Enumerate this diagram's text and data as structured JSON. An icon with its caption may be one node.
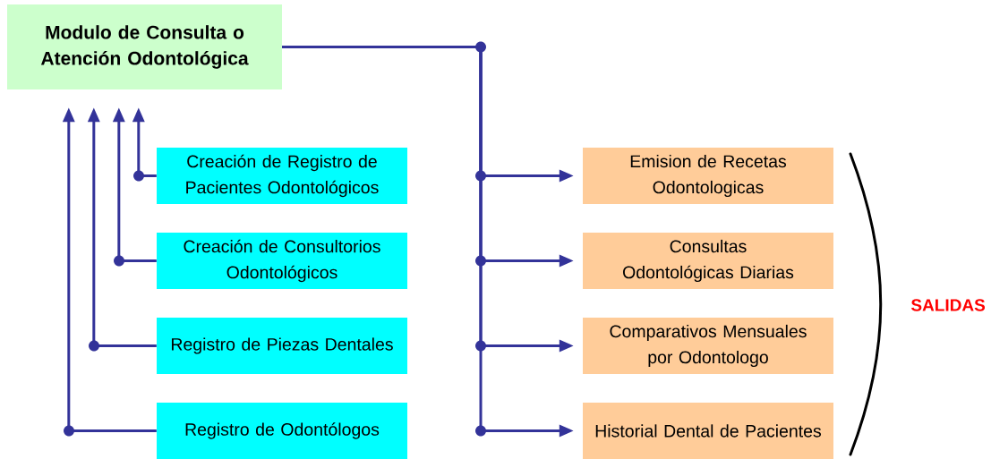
{
  "diagram": {
    "nodes": [
      {
        "text": [
          "Modulo de Consulta o Atención Odontológica"
        ]
      },
      {
        "text": [
          "Creación de Registro de Pacientes Odontológicos"
        ]
      },
      {
        "text": [
          "Creación de Consultorios Odontológicos"
        ]
      },
      {
        "text": [
          "Registro de Piezas Dentales"
        ]
      },
      {
        "text": [
          "Registro de Odontólogos"
        ]
      },
      {
        "text": [
          "Emision de Recetas Odontologicas"
        ]
      },
      {
        "text": [
          "Consultas Odontológicas Diarias"
        ]
      },
      {
        "text": [
          "Comparativos Mensuales por Odontologo"
        ]
      },
      {
        "text": [
          "Historial Dental de Pacientes"
        ]
      }
    ],
    "edges": [
      {
        "from": 1,
        "to": 0,
        "arrow": "to"
      },
      {
        "from": 2,
        "to": 0,
        "arrow": "to"
      },
      {
        "from": 3,
        "to": 0,
        "arrow": "to"
      },
      {
        "from": 4,
        "to": 0,
        "arrow": "to"
      },
      {
        "from": 0,
        "to": 5,
        "arrow": "to"
      },
      {
        "from": 0,
        "to": 6,
        "arrow": "to"
      },
      {
        "from": 0,
        "to": 7,
        "arrow": "to"
      },
      {
        "from": 0,
        "to": 8,
        "arrow": "to"
      }
    ],
    "labels": [
      "SALIDAS"
    ]
  }
}
